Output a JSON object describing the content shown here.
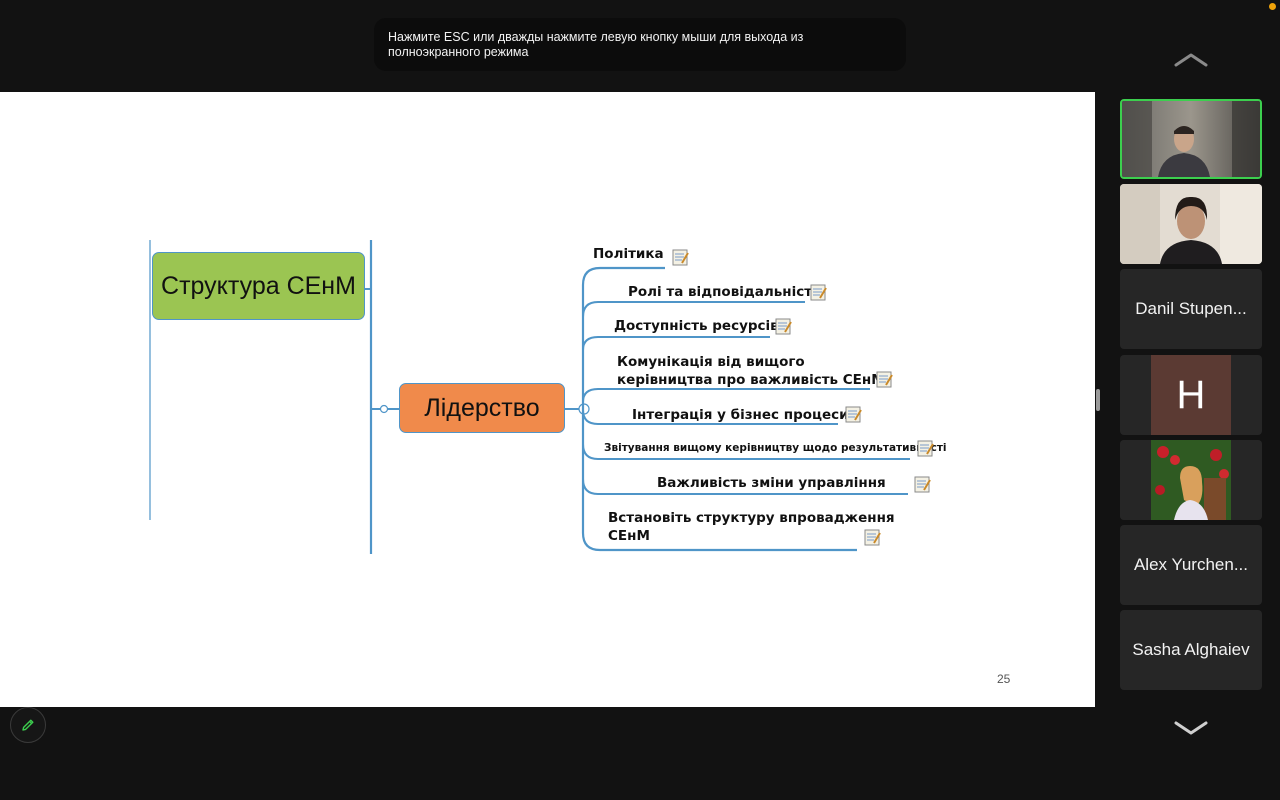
{
  "banner": {
    "text": "Нажмите ESC или дважды нажмите левую кнопку мыши для выхода из полноэкранного режима"
  },
  "slide": {
    "main_box": "Структура СЕнМ",
    "lead_box": "Лідерство",
    "branches": [
      {
        "label": "Політика"
      },
      {
        "label": "Ролі та відповідальність"
      },
      {
        "label": "Доступність ресурсів"
      },
      {
        "label": "Комунікація від вищого\nкерівництва про важливість СЕнМ"
      },
      {
        "label": "Інтеграція у бізнес процеси"
      },
      {
        "label": "Звітування вищому керівництву щодо результативності"
      },
      {
        "label": "Важливість зміни управління"
      },
      {
        "label": "Встановіть структуру впровадження\nСЕнМ"
      }
    ],
    "page_number": "25"
  },
  "participants": [
    {
      "kind": "video",
      "label": "",
      "active": true
    },
    {
      "kind": "video",
      "label": ""
    },
    {
      "kind": "name",
      "label": "Danil Stupen..."
    },
    {
      "kind": "avatar",
      "label": "H",
      "avatar_color": "#5b3a33"
    },
    {
      "kind": "photo",
      "label": ""
    },
    {
      "kind": "name",
      "label": "Alex Yurchen..."
    },
    {
      "kind": "name",
      "label": "Sasha Alghaiev"
    }
  ],
  "colors": {
    "main_box": "#9bc552",
    "lead_box": "#f08a4b",
    "connector": "#4f95c8",
    "active_border": "#3ccf4e"
  },
  "icons": {
    "scroll_up": "chevron-up-icon",
    "scroll_down": "chevron-down-icon",
    "notes": "note-icon",
    "annotate": "pencil-icon"
  }
}
